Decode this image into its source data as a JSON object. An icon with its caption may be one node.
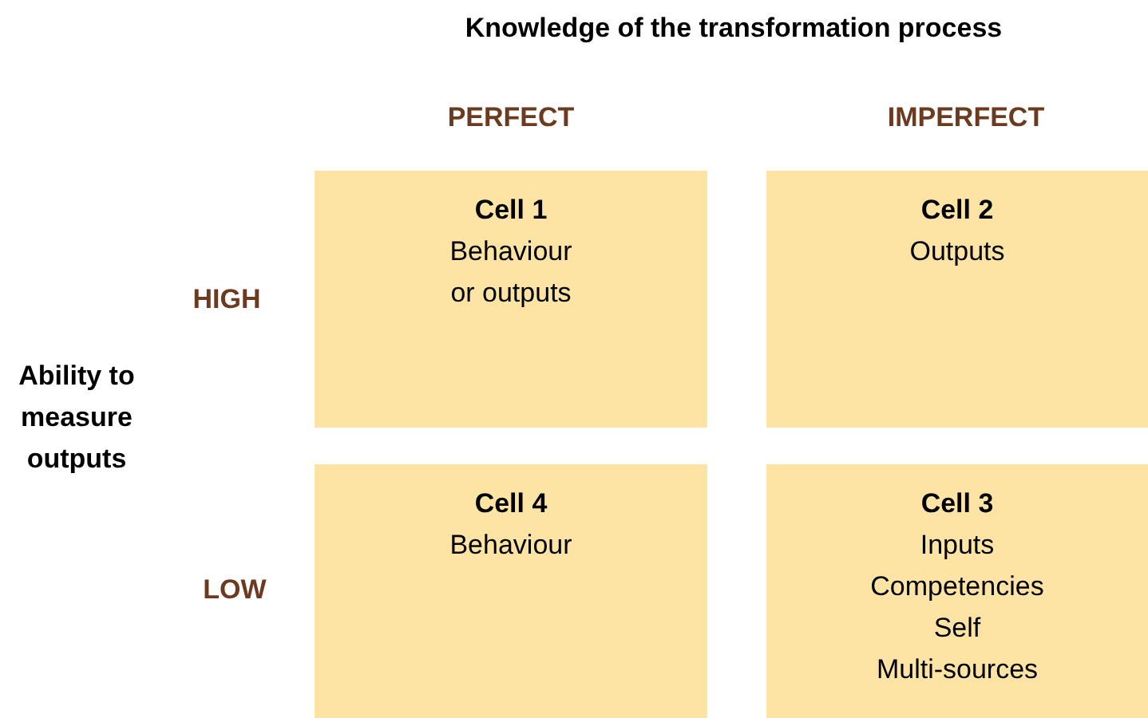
{
  "diagram": {
    "title": "Knowledge of the transformation process",
    "nodes": [
      {
        "text": [
          "Cell 1",
          "Behaviour or outputs"
        ]
      },
      {
        "text": [
          "Cell 2",
          "Outputs"
        ]
      },
      {
        "text": [
          "Cell 4",
          "Behaviour"
        ]
      },
      {
        "text": [
          "Cell 3",
          "Inputs",
          "Competencies",
          "Self",
          "Multi-sources"
        ]
      }
    ],
    "labels": [
      "PERFECT",
      "IMPERFECT",
      "HIGH",
      "Ability to measure outputs",
      "LOW"
    ]
  }
}
